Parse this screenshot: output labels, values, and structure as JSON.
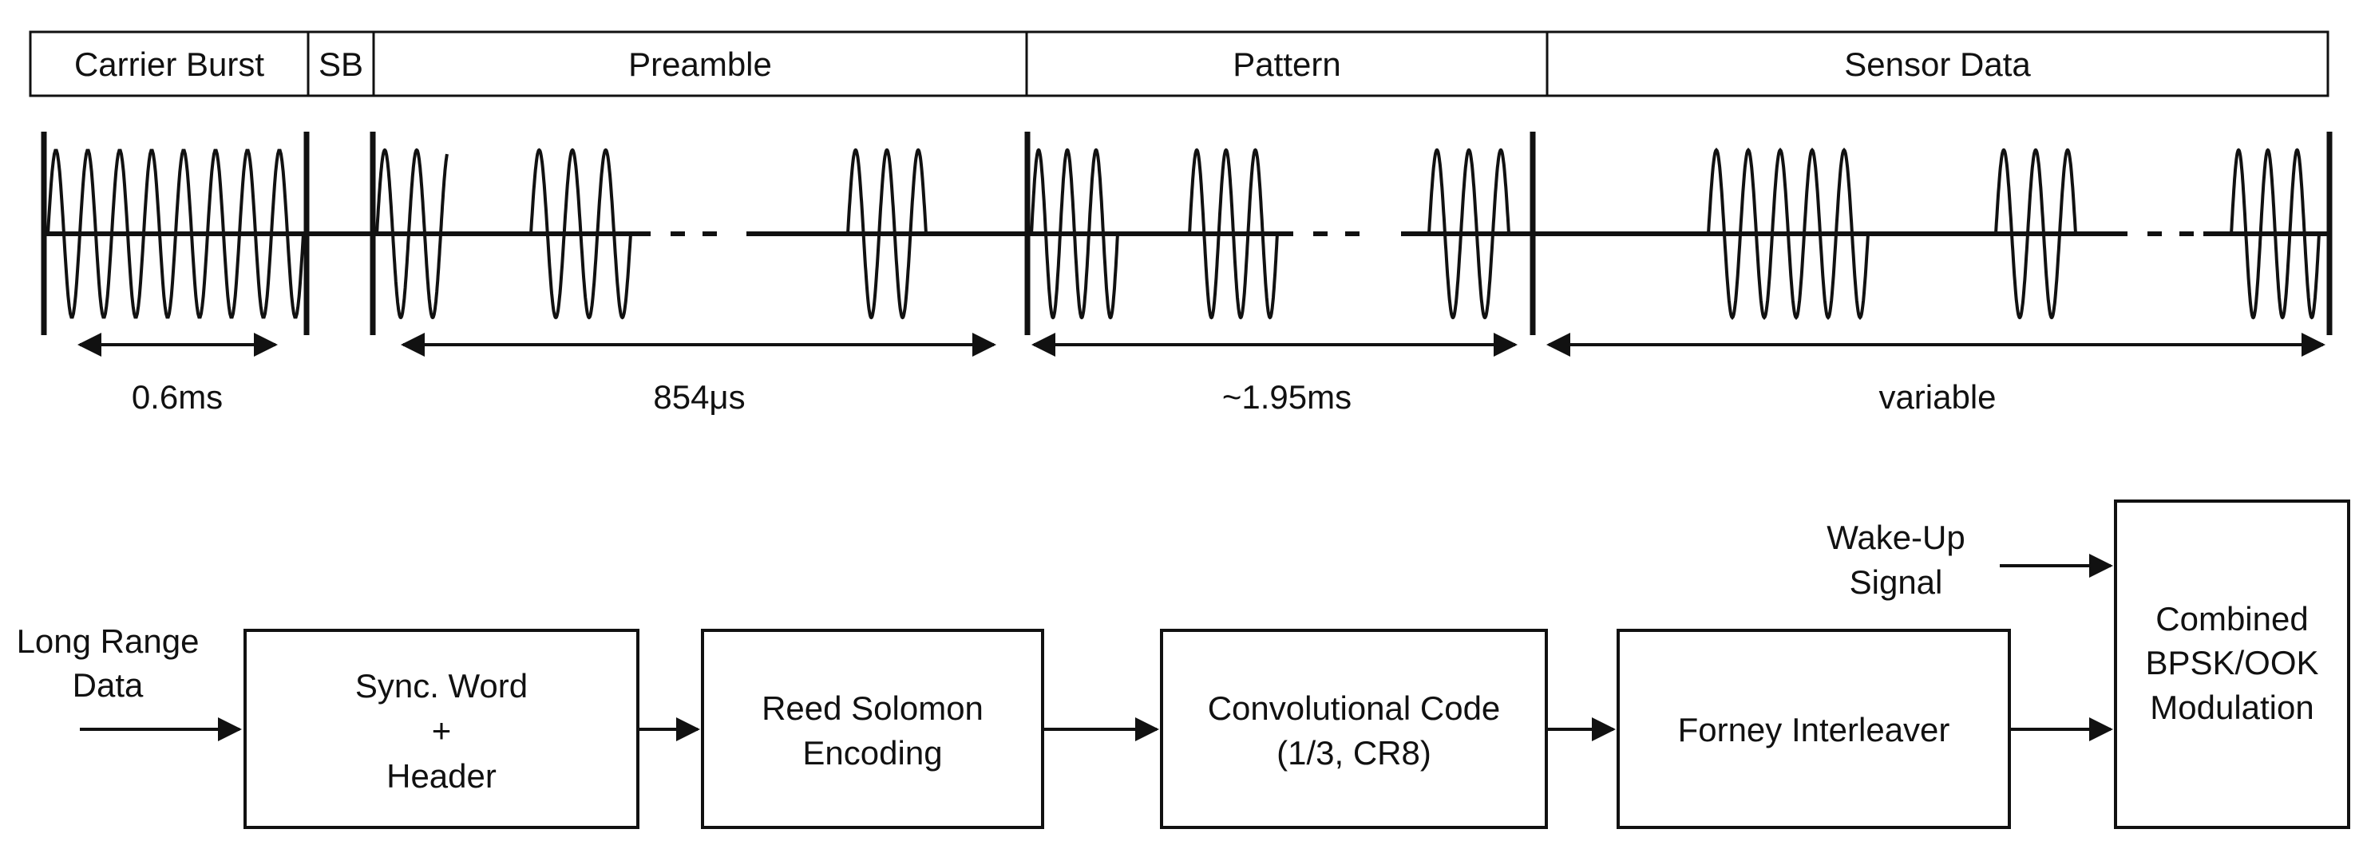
{
  "segments": [
    {
      "label": "Carrier Burst"
    },
    {
      "label": "SB"
    },
    {
      "label": "Preamble"
    },
    {
      "label": "Pattern"
    },
    {
      "label": "Sensor Data"
    }
  ],
  "durations": [
    {
      "label": "0.6ms"
    },
    {
      "label": "854μs"
    },
    {
      "label": "~1.95ms"
    },
    {
      "label": "variable"
    }
  ],
  "pipeline": {
    "input": [
      "Long Range",
      "Data"
    ],
    "wakeup": [
      "Wake-Up",
      "Signal"
    ],
    "blocks": [
      {
        "lines": [
          "Sync. Word",
          "+",
          "Header"
        ]
      },
      {
        "lines": [
          "Reed Solomon",
          "Encoding"
        ]
      },
      {
        "lines": [
          "Convolutional Code",
          "(1/3, CR8)"
        ]
      },
      {
        "lines": [
          "Forney Interleaver"
        ]
      },
      {
        "lines": [
          "Combined",
          "BPSK/OOK",
          "Modulation"
        ]
      }
    ]
  },
  "colors": {
    "stroke": "#111111",
    "background": "#ffffff"
  }
}
